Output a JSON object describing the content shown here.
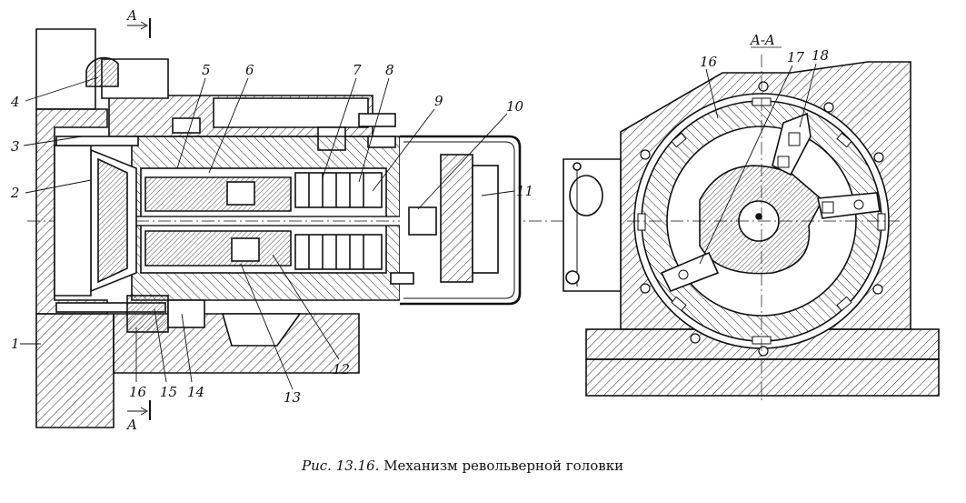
{
  "caption": {
    "figure_ref": "Рис. 13.16.",
    "title": "Механизм револьверной головки"
  },
  "section_marks": {
    "top": "A",
    "bottom": "A",
    "view_title": "A-A"
  },
  "labels": {
    "l1": "1",
    "l2": "2",
    "l3": "3",
    "l4": "4",
    "l5": "5",
    "l6": "6",
    "l7": "7",
    "l8": "8",
    "l9": "9",
    "l10": "10",
    "l11": "11",
    "l12": "12",
    "l13": "13",
    "l14": "14",
    "l15": "15",
    "l16": "16",
    "r16": "16",
    "r17": "17",
    "r18": "18"
  }
}
